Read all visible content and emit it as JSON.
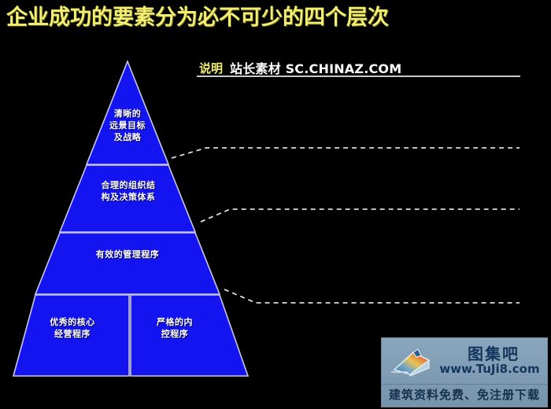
{
  "slide": {
    "title": "企业成功的要素分为必不可少的四个层次",
    "background_color": "#000000",
    "title_color": "#f2ee72"
  },
  "subtitle": {
    "tag": "说明",
    "text": "站长素材 SC.CHINAZ.COM",
    "tag_color": "#f2ee72",
    "text_color": "#ffffff"
  },
  "pyramid": {
    "fill_color": "#1414f0",
    "edge_color": "#c8c8e6",
    "text_color": "#ffffff",
    "tiers": [
      {
        "id": "tier-1",
        "label": "清晰的\n远景目标\n及战略"
      },
      {
        "id": "tier-2",
        "label": "合理的组织结\n构及决策体系"
      },
      {
        "id": "tier-3",
        "label": "有效的管理程序"
      },
      {
        "id": "tier-4a",
        "label": "优秀的核心\n经营程序"
      },
      {
        "id": "tier-4b",
        "label": "严格的内\n控程序"
      }
    ]
  },
  "leader_lines": {
    "color": "#dcdcdc",
    "count": 3
  },
  "watermark": {
    "brand": "图集吧",
    "url": "www.TuJi8.com",
    "tagline": "建筑资料免费、免注册下载",
    "text_color": "#14365c",
    "background_color": "#8aa6bd"
  }
}
